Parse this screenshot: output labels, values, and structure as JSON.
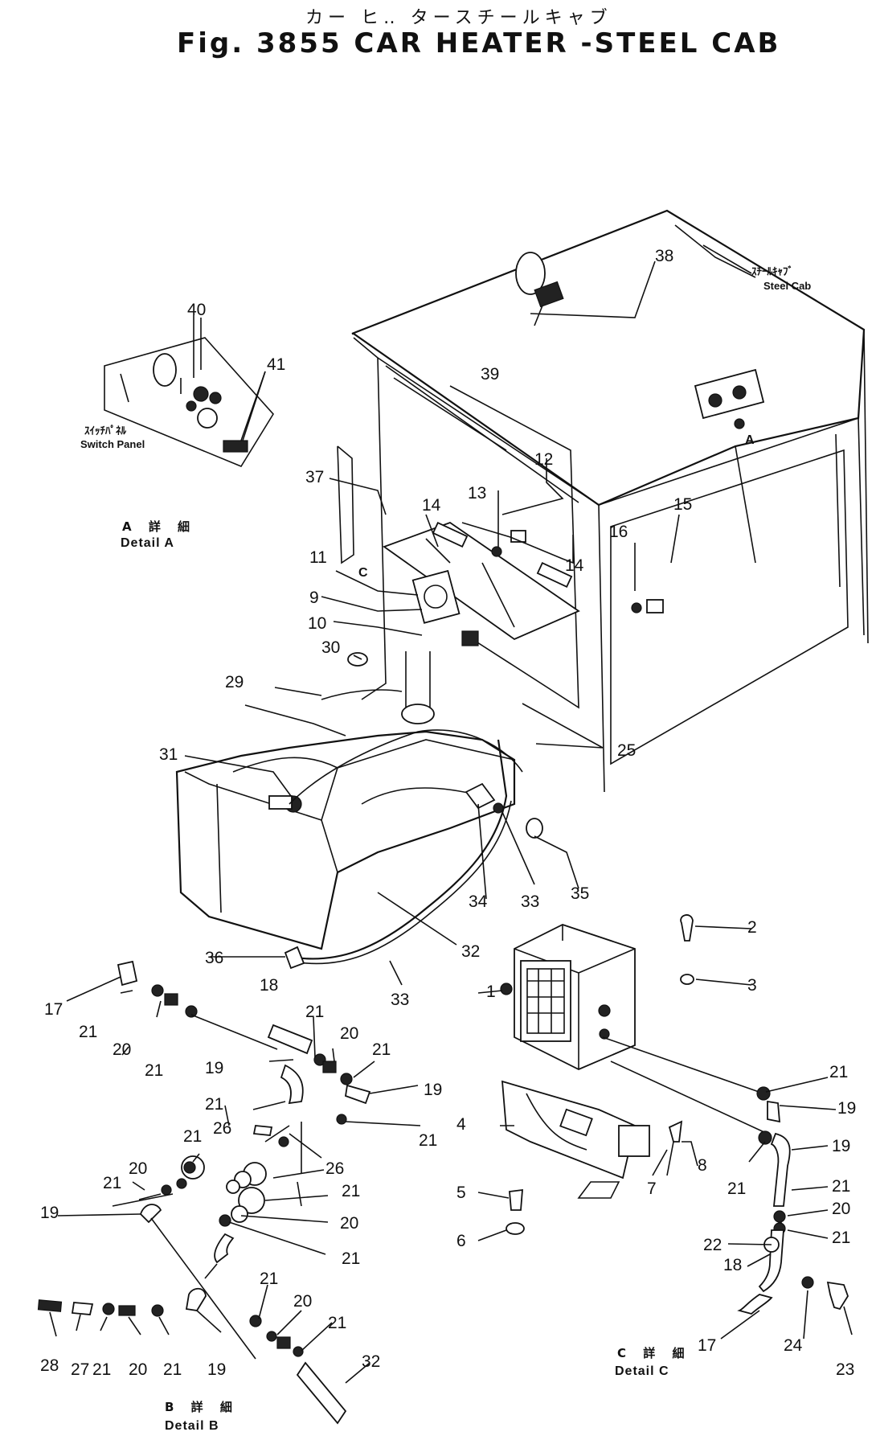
{
  "title": {
    "japanese": "カー ヒ‥ タースチールキャブ",
    "english": "Fig. 3855 CAR HEATER -STEEL CAB"
  },
  "notes": {
    "steel_cab_jp": "ｽﾁｰﾙｷｬﾌﾞ",
    "steel_cab_en": "Steel Cab",
    "switch_panel_jp": "ｽｲｯﾁﾊﾟﾈﾙ",
    "switch_panel_en": "Switch Panel"
  },
  "details": {
    "a_jp": "A 詳 細",
    "a_en": "Detail A",
    "b_jp": "B 詳 細",
    "b_en": "Detail B",
    "c_jp": "C 詳 細",
    "c_en": "Detail C"
  },
  "view_markers": {
    "a": "A",
    "c": "C"
  },
  "callouts": [
    "1",
    "2",
    "3",
    "4",
    "5",
    "6",
    "7",
    "8",
    "9",
    "10",
    "11",
    "12",
    "13",
    "14",
    "14",
    "15",
    "16",
    "17",
    "17",
    "18",
    "18",
    "19",
    "19",
    "19",
    "19",
    "19",
    "20",
    "20",
    "20",
    "20",
    "20",
    "20",
    "21",
    "21",
    "21",
    "21",
    "21",
    "21",
    "21",
    "21",
    "21",
    "21",
    "21",
    "21",
    "21",
    "21",
    "21",
    "21",
    "22",
    "23",
    "24",
    "25",
    "26",
    "26",
    "27",
    "28",
    "29",
    "30",
    "31",
    "32",
    "32",
    "33",
    "33",
    "34",
    "35",
    "36",
    "37",
    "38",
    "39",
    "40",
    "41"
  ]
}
